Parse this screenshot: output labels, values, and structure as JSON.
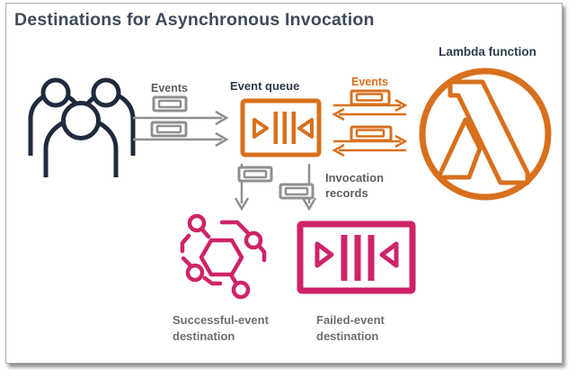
{
  "title": "Destinations for Asynchronous Invocation",
  "colors": {
    "orange": "#D8701D",
    "pink": "#CE2368",
    "ink": "#1F2B3D",
    "label_dark": "#2E3B4E",
    "gray": "#8F8F8F",
    "gray_text": "#5F5F5F",
    "gray_label": "#6E6E6E",
    "title": "#3F4A59"
  },
  "nodes": {
    "event_queue": {
      "label": "Event queue"
    },
    "lambda_function": {
      "label": "Lambda function"
    },
    "successful_destination": {
      "label": "Successful-event destination"
    },
    "failed_destination": {
      "label": "Failed-event destination"
    }
  },
  "flows": {
    "events_in": {
      "label": "Events"
    },
    "events_lambda": {
      "label": "Events"
    },
    "invocation_records": {
      "label": "Invocation records"
    }
  }
}
